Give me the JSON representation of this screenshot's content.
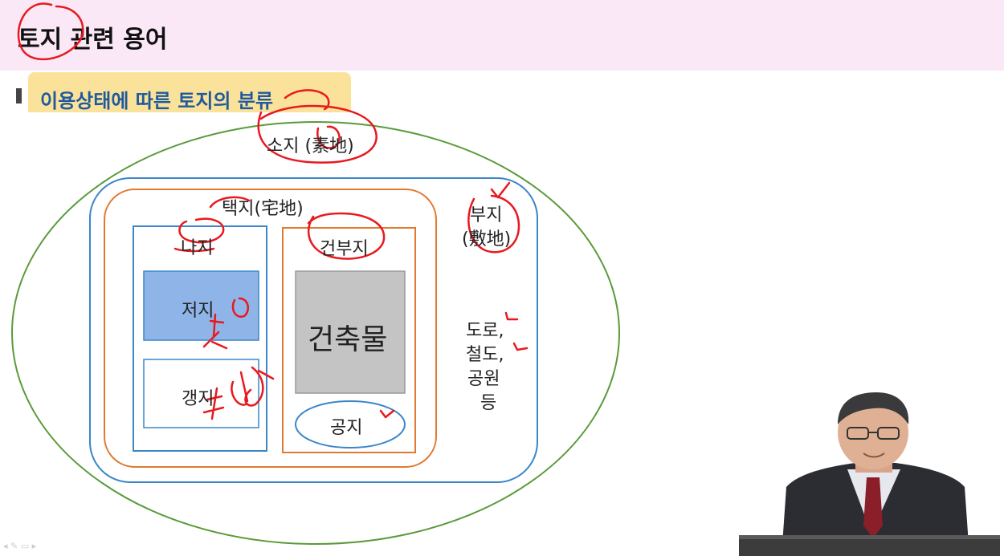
{
  "header": {
    "title": "토지 관련 용어"
  },
  "section": {
    "label": "이용상태에 따른 토지의 분류"
  },
  "diagram": {
    "sojI": "소지",
    "sojI_hanja": "(素地)",
    "taekji": "택지",
    "taekji_hanja": "(宅地)",
    "buji": "부지",
    "buji_hanja": "(敷地)",
    "naji": "나지",
    "jeoji": "저지",
    "gaengji": "갱지",
    "geonbuji": "건부지",
    "building": "건축물",
    "gongji": "공지",
    "road": "도로,",
    "railroad": "철도,",
    "park": "공원",
    "etc": "등"
  },
  "colors": {
    "title_bar": "#fbe8f6",
    "section_bg": "#fbe29a",
    "section_text": "#1f5a9c",
    "outer_ellipse": "#5a9a3a",
    "blue_box": "#3a86c8",
    "orange_box": "#e07a30",
    "jeoji_fill": "#8fb4e8",
    "building_fill": "#c4c4c4",
    "annotation": "#e8191e"
  },
  "controls": {
    "icons": [
      "prev-icon",
      "pen-icon",
      "menu-icon",
      "next-icon"
    ]
  }
}
